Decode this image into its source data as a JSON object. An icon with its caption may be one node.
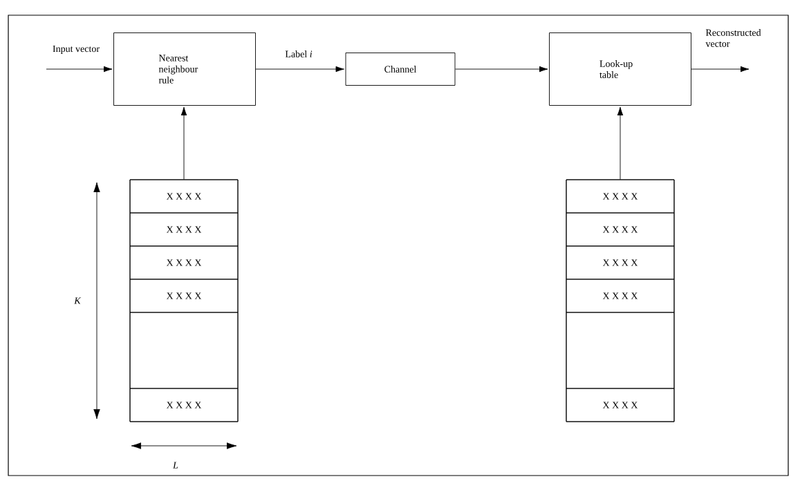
{
  "diagram": {
    "nodes": [
      {
        "text": [
          "Nearest neighbour rule"
        ]
      },
      {
        "text": [
          "Channel"
        ]
      },
      {
        "text": [
          "Look-up table"
        ]
      },
      {
        "text": [],
        "shape": "box"
      },
      {
        "text": [
          "X X X X"
        ],
        "in": 3
      },
      {
        "text": [
          "X X X X"
        ],
        "in": 3
      },
      {
        "text": [
          "X X X X"
        ],
        "in": 3
      },
      {
        "text": [
          "X X X X"
        ],
        "in": 3
      },
      {
        "text": [],
        "shape": "box",
        "in": 3
      },
      {
        "text": [
          "X X X X"
        ],
        "in": 3
      },
      {
        "text": [],
        "shape": "box"
      },
      {
        "text": [
          "X X X X"
        ],
        "in": 10
      },
      {
        "text": [
          "X X X X"
        ],
        "in": 10
      },
      {
        "text": [
          "X X X X"
        ],
        "in": 10
      },
      {
        "text": [
          "X X X X"
        ],
        "in": 10
      },
      {
        "text": [],
        "shape": "box",
        "in": 10
      },
      {
        "text": [
          "X X X X"
        ],
        "in": 10
      }
    ],
    "edges": [
      {
        "from": null,
        "to": 0,
        "arrow": "to",
        "label": "Input vector"
      },
      {
        "from": 0,
        "to": 1,
        "arrow": "to",
        "label": "Label *i*"
      },
      {
        "from": 1,
        "to": 2,
        "arrow": "to"
      },
      {
        "from": 2,
        "to": null,
        "arrow": "to",
        "label": "Reconstructed vector"
      },
      {
        "from": 3,
        "to": 0,
        "arrow": "to"
      },
      {
        "from": 10,
        "to": 2,
        "arrow": "to"
      }
    ],
    "labels": [
      "K",
      "L"
    ]
  }
}
